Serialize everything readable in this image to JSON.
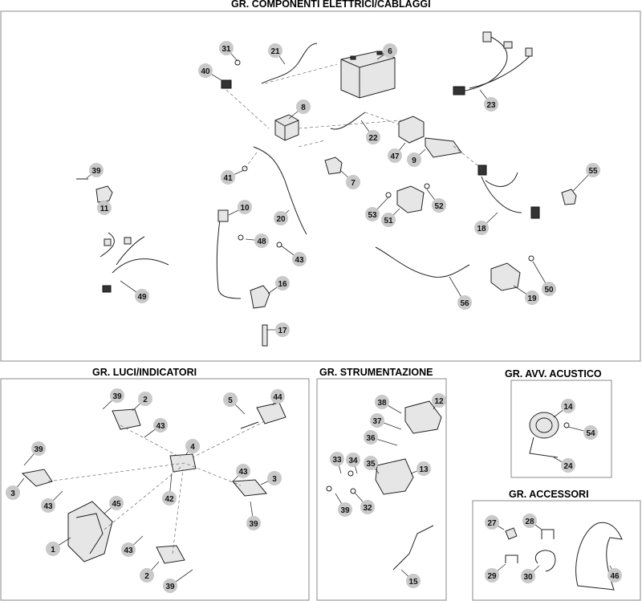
{
  "groups": {
    "electrical": {
      "title": "GR. COMPONENTI ELETTRICI/CABLAGGI"
    },
    "lights": {
      "title": "GR. LUCI/INDICATORI"
    },
    "instruments": {
      "title": "GR. STRUMENTAZIONE"
    },
    "horn": {
      "title": "GR. AVV. ACUSTICO"
    },
    "accessories": {
      "title": "GR. ACCESSORI"
    }
  },
  "callouts": {
    "electrical": [
      "31",
      "21",
      "6",
      "40",
      "8",
      "22",
      "23",
      "47",
      "9",
      "7",
      "39",
      "41",
      "10",
      "11",
      "53",
      "51",
      "52",
      "55",
      "48",
      "20",
      "18",
      "43",
      "49",
      "16",
      "56",
      "19",
      "50",
      "17"
    ],
    "lights": [
      "39",
      "2",
      "5",
      "44",
      "43",
      "4",
      "39",
      "43",
      "3",
      "45",
      "42",
      "3",
      "43",
      "39",
      "1",
      "43",
      "2",
      "39"
    ],
    "instruments": [
      "38",
      "12",
      "37",
      "36",
      "33",
      "34",
      "35",
      "13",
      "39",
      "32",
      "15"
    ],
    "horn": [
      "14",
      "54",
      "24"
    ],
    "accessories": [
      "27",
      "28",
      "46",
      "29",
      "30"
    ]
  }
}
